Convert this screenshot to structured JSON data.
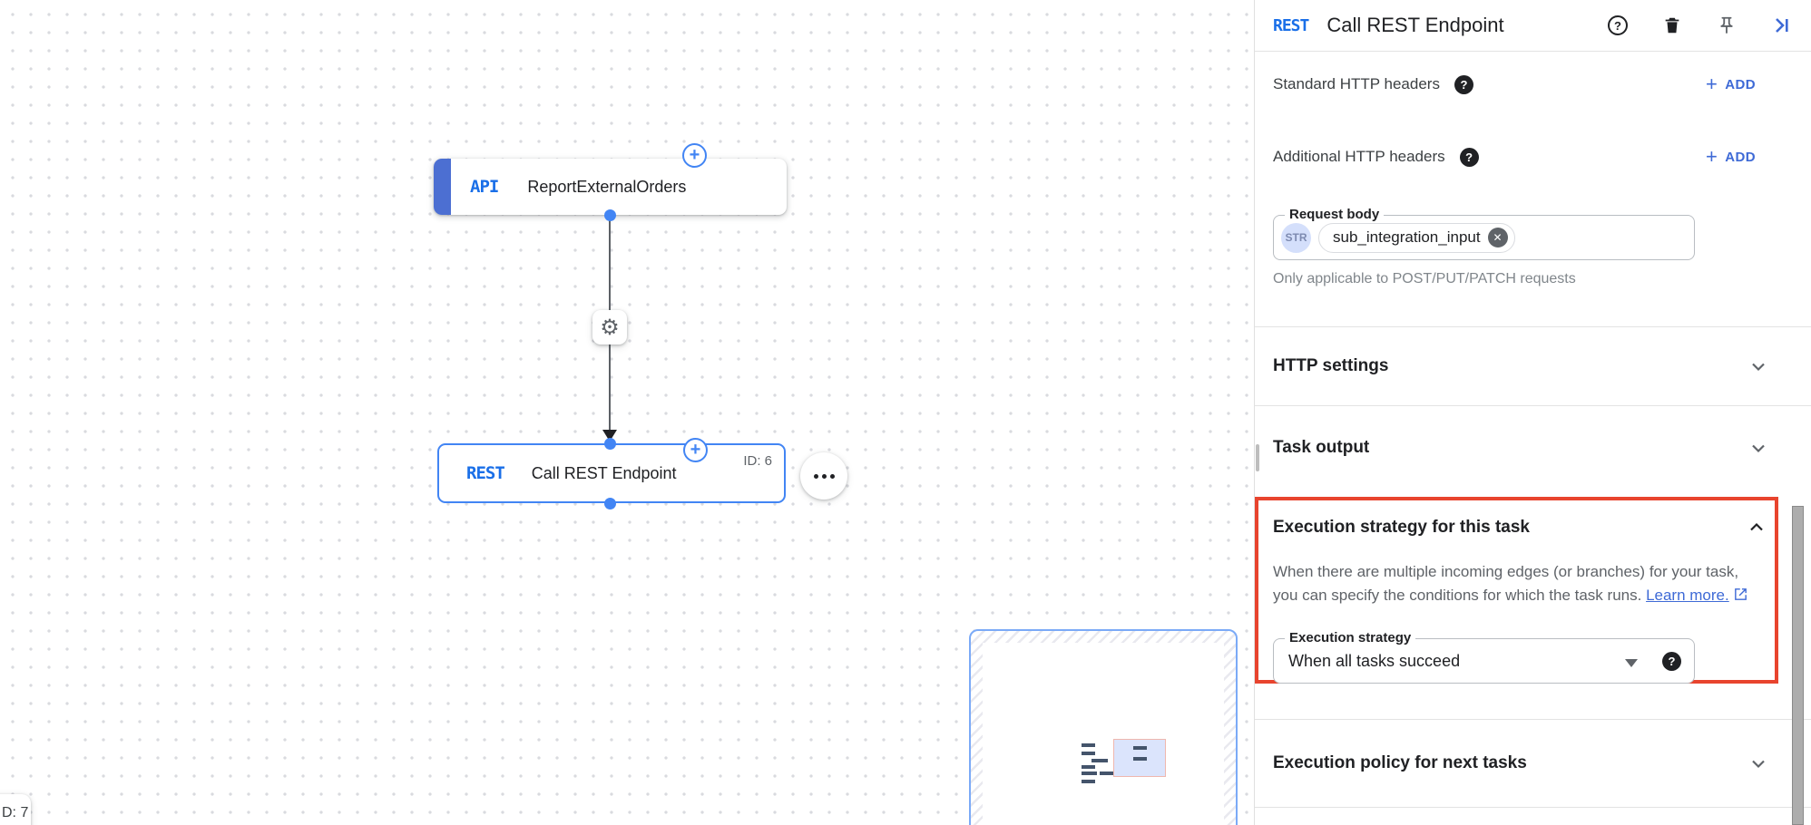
{
  "colors": {
    "accent_blue": "#4285f4",
    "link_blue": "#3e6ad6",
    "highlight_red": "#e8442e",
    "badge_blue": "#1a6fe8",
    "str_chip_bg": "#d4dffb"
  },
  "icons": {
    "help_glyph": "?",
    "close_glyph": "✕",
    "gear_glyph": "⚙",
    "plus_glyph": "+"
  },
  "canvas": {
    "api_node": {
      "badge": "API",
      "title": "ReportExternalOrders"
    },
    "rest_node": {
      "badge": "REST",
      "title": "Call REST Endpoint",
      "id_label": "ID: 6"
    },
    "clipped_node": {
      "id_label": "D: 7"
    }
  },
  "panel": {
    "header": {
      "badge": "REST",
      "title": "Call REST Endpoint"
    },
    "standard_headers": {
      "label": "Standard HTTP headers",
      "add_label": "ADD"
    },
    "additional_headers": {
      "label": "Additional HTTP headers",
      "add_label": "ADD"
    },
    "request_body": {
      "label": "Request body",
      "type_chip": "STR",
      "value_chip": "sub_integration_input",
      "helper": "Only applicable to POST/PUT/PATCH requests"
    },
    "http_settings": {
      "title": "HTTP settings"
    },
    "task_output": {
      "title": "Task output"
    },
    "execution_strategy": {
      "title": "Execution strategy for this task",
      "description_line1": "When there are multiple incoming edges (or branches) for your task,",
      "description_line2": "you can specify the conditions for which the task runs.",
      "learn_more_label": "Learn more.",
      "field_label": "Execution strategy",
      "field_value": "When all tasks succeed"
    },
    "execution_policy": {
      "title": "Execution policy for next tasks"
    }
  }
}
